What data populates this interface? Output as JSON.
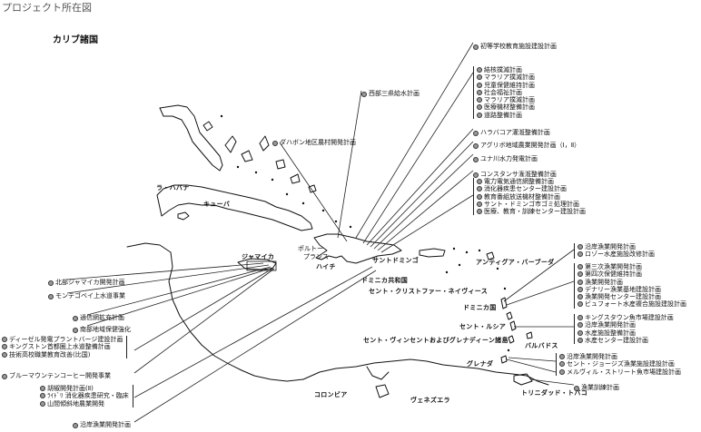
{
  "header": {
    "title": "プロジェクト所在図"
  },
  "region_title": "カリブ諸国",
  "countries": {
    "cuba": "キューバ",
    "havana": "ラ・ハバナ",
    "jamaica": "ジャマイカ",
    "port_au_prince_a": "ポルトー",
    "port_au_prince_b": "プランス",
    "haiti": "ハイチ",
    "santo_domingo": "サントドミンゴ",
    "dominican_republic": "ドミニカ共和国",
    "st_kitts": "セント・クリストファー・ネイヴィース",
    "antigua": "アンティグア・バーブーダ",
    "dominica": "ドミニカ国",
    "st_lucia": "セント・ルシア",
    "st_vincent": "セント・ヴィンセントおよびグレナディーン諸島",
    "barbados": "バルバドス",
    "grenada": "グレナダ",
    "trinidad": "トリニダッド・トバコ",
    "colombia": "コロンビア",
    "venezuela": "ヴェネズエラ"
  },
  "projects": {
    "dom_primary_school": "初等学校教育施設建設計画",
    "western_water": "西部三県給水計画",
    "dajabon": "ダハボン地区農村開発計画",
    "hispaniola_group": [
      "結核撲滅計画",
      "マラリア撲滅計画",
      "児童保健維持計画",
      "社会福祉計画",
      "マラリア撲滅計画",
      "医療機材整備計画",
      "道路整備計画"
    ],
    "hatobuenaventura": "ハラバコア灌漑整備計画",
    "agribusiness": "アグリボ地域農業開発計画（Ⅰ，Ⅱ）",
    "yuna_hydro": "ユナ川水力発電計画",
    "constanza": "コンスタンサ潅漑整備計画",
    "santo_domingo_group": [
      "電力電気通信網整備計画",
      "消化器疾患センター建設計画",
      "教育番組放送機材整備計画",
      "サント・ドミンゴ市ゴミ処理計画",
      "医療、教育・訓練センター建設計画"
    ],
    "north_jamaica": "北部ジャマイカ開発計画",
    "montego_water": "モンテゴベイ上水道事業",
    "telecom": "通信網拡充計画",
    "south_clinic": "南部地域保健強化",
    "jamaica_group": [
      "ディーゼル発電プラントバージ建設計画",
      "キングストン首都圏上水道整備計画",
      "技術高校職業教育改善(比国)"
    ],
    "blue_mountain": "ブルーマウンテンコーヒー開発事業",
    "trinidad_group": [
      "胡椒開発計画(Ⅱ)",
      "ﾗｲﾄﾞﾘ 消化器疾患研究・臨床",
      "山間傾斜地農業開発"
    ],
    "coastal_fishery_bottom": "沿岸漁業開発計画",
    "antigua_group": [
      "沿岸漁業開発計画",
      "ロゾー水産施設改修計画"
    ],
    "dominica_group": [
      "第三次漁業開発計画",
      "第四次保健維持計画",
      "漁業開発計画",
      "デナリー漁業基地建設計画",
      "漁業開発センター建設計画",
      "ビュフォート水産複合施設建設計画"
    ],
    "stlucia_group": [
      "キングスタウン魚市場建設計画",
      "沿岸漁業開発計画",
      "水産施設整備計画",
      "水産センター建設計画"
    ],
    "grenada_group": [
      "沿岸漁業開発計画",
      "セント・ジョージズ漁業施設建設計画",
      "メルヴィル・ストリート魚市場建設計画"
    ],
    "trinidad_fishery": "漁業訓練計画"
  },
  "marker_color": "#999999"
}
